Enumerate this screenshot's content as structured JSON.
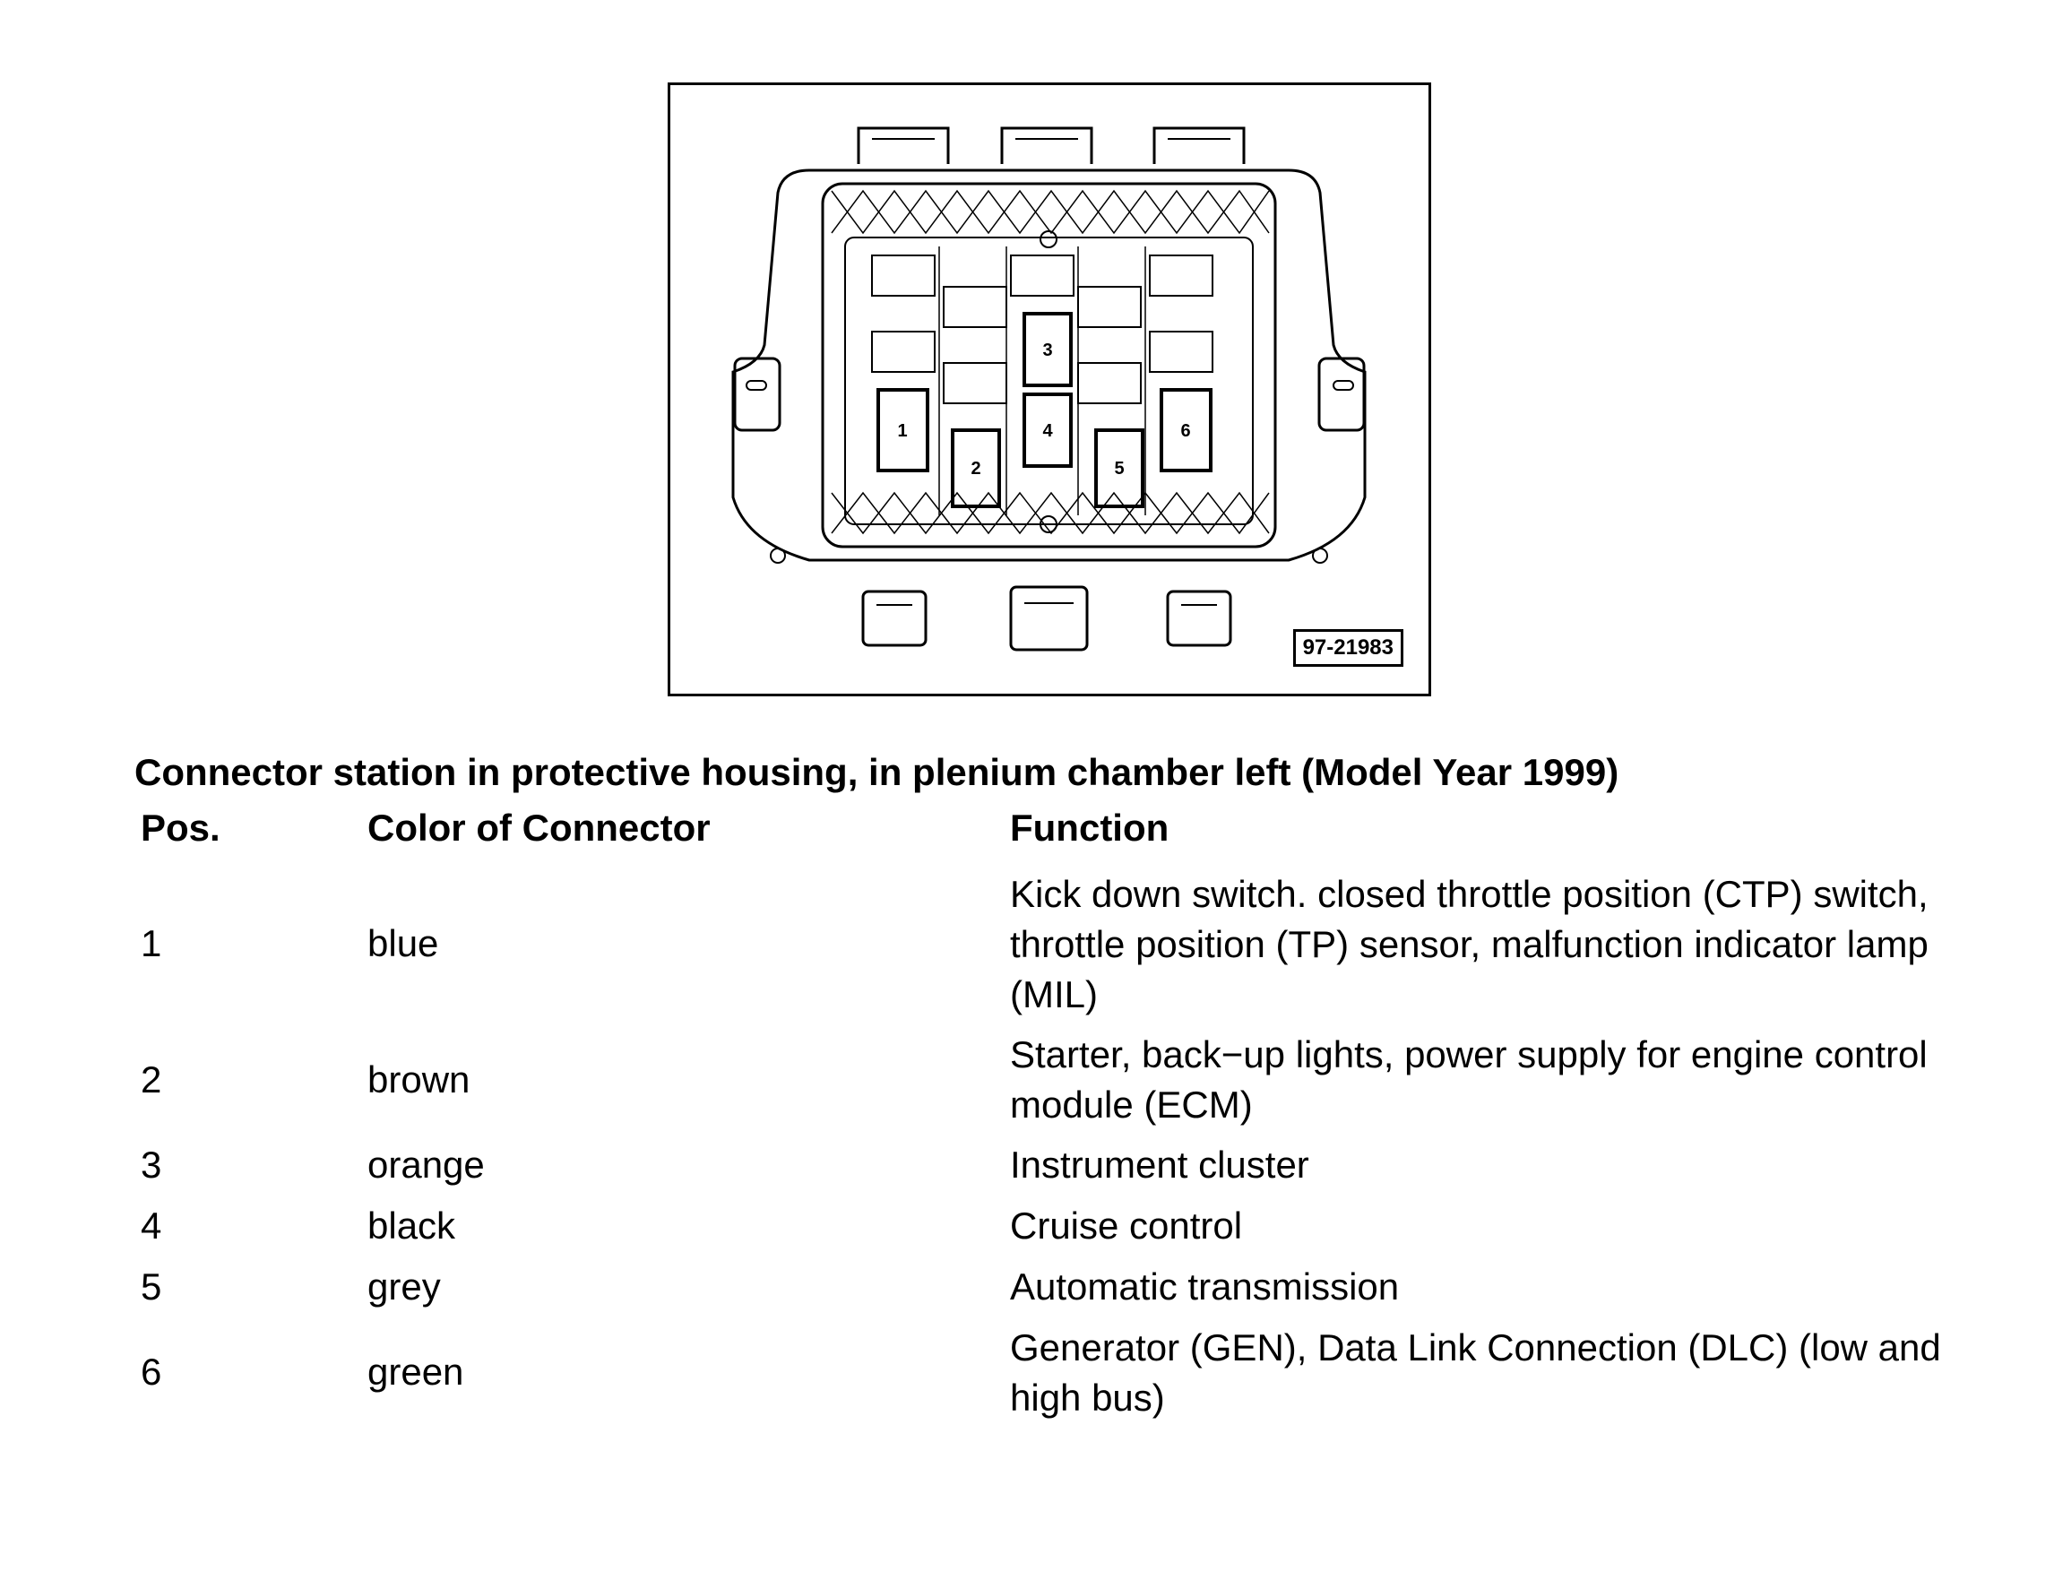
{
  "figure": {
    "code": "97-21983",
    "connector_labels": [
      "1",
      "2",
      "3",
      "4",
      "5",
      "6"
    ]
  },
  "caption": "Connector station in protective housing, in plenium chamber left (Model Year 1999)",
  "table": {
    "headers": {
      "pos": "Pos.",
      "color": "Color of Connector",
      "function": "Function"
    },
    "rows": [
      {
        "pos": "1",
        "color": "blue",
        "function": "Kick down switch. closed throttle position (CTP) switch, throttle position (TP) sensor, malfunction indicator lamp (MIL)"
      },
      {
        "pos": "2",
        "color": "brown",
        "function": "Starter, back−up lights, power supply for engine control module (ECM)"
      },
      {
        "pos": "3",
        "color": "orange",
        "function": "Instrument cluster"
      },
      {
        "pos": "4",
        "color": "black",
        "function": "Cruise control"
      },
      {
        "pos": "5",
        "color": "grey",
        "function": "Automatic transmission"
      },
      {
        "pos": "6",
        "color": "green",
        "function": "Generator (GEN), Data Link Connection (DLC) (low and high bus)"
      }
    ]
  }
}
